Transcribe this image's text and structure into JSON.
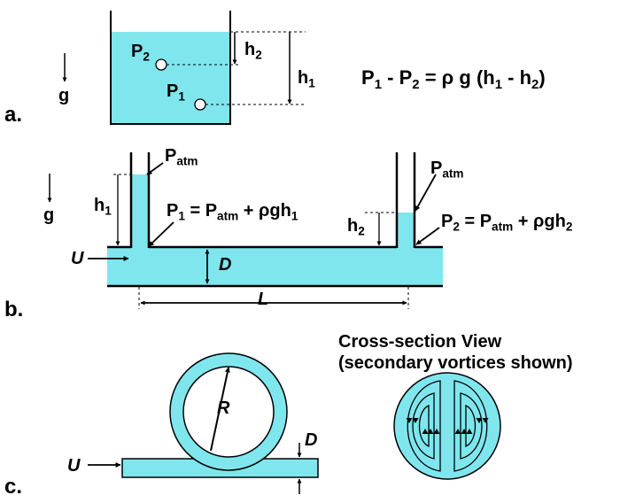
{
  "colors": {
    "fluid": "#7fe6ee",
    "ink": "#000000",
    "background": "#ffffff"
  },
  "panel_a": {
    "panel_label": "a.",
    "gravity_label": "g",
    "p2": {
      "base": "P",
      "sub": "2"
    },
    "p1": {
      "base": "P",
      "sub": "1"
    },
    "h2": {
      "base": "h",
      "sub": "2"
    },
    "h1": {
      "base": "h",
      "sub": "1"
    },
    "equation": {
      "lhs_base1": "P",
      "lhs_sub1": "1",
      "minus": " - ",
      "lhs_base2": "P",
      "lhs_sub2": "2",
      "rhs_open": " = ρ g (h",
      "rhs_sub1": "1",
      "rhs_mid": " - h",
      "rhs_sub2": "2",
      "rhs_close": ")"
    }
  },
  "panel_b": {
    "panel_label": "b.",
    "gravity_label": "g",
    "velocity_label": "U",
    "diameter_label": "D",
    "length_label": "L",
    "h1": {
      "base": "h",
      "sub": "1"
    },
    "h2": {
      "base": "h",
      "sub": "2"
    },
    "patm_left": {
      "base": "P",
      "sub": "atm"
    },
    "patm_right": {
      "base": "P",
      "sub": "atm"
    },
    "eq_left": {
      "p_base": "P",
      "p_sub": "1",
      "mid": " = P",
      "atm_sub": "atm",
      "tail": " + ρgh",
      "h_sub": "1"
    },
    "eq_right": {
      "p_base": "P",
      "p_sub": "2",
      "mid": " = P",
      "atm_sub": "atm",
      "tail": " + ρgh",
      "h_sub": "2"
    }
  },
  "panel_c": {
    "panel_label": "c.",
    "velocity_label": "U",
    "radius_label": "R",
    "diameter_label": "D",
    "cross_section_title": "Cross-section View",
    "cross_section_subtitle": "(secondary vortices shown)"
  }
}
